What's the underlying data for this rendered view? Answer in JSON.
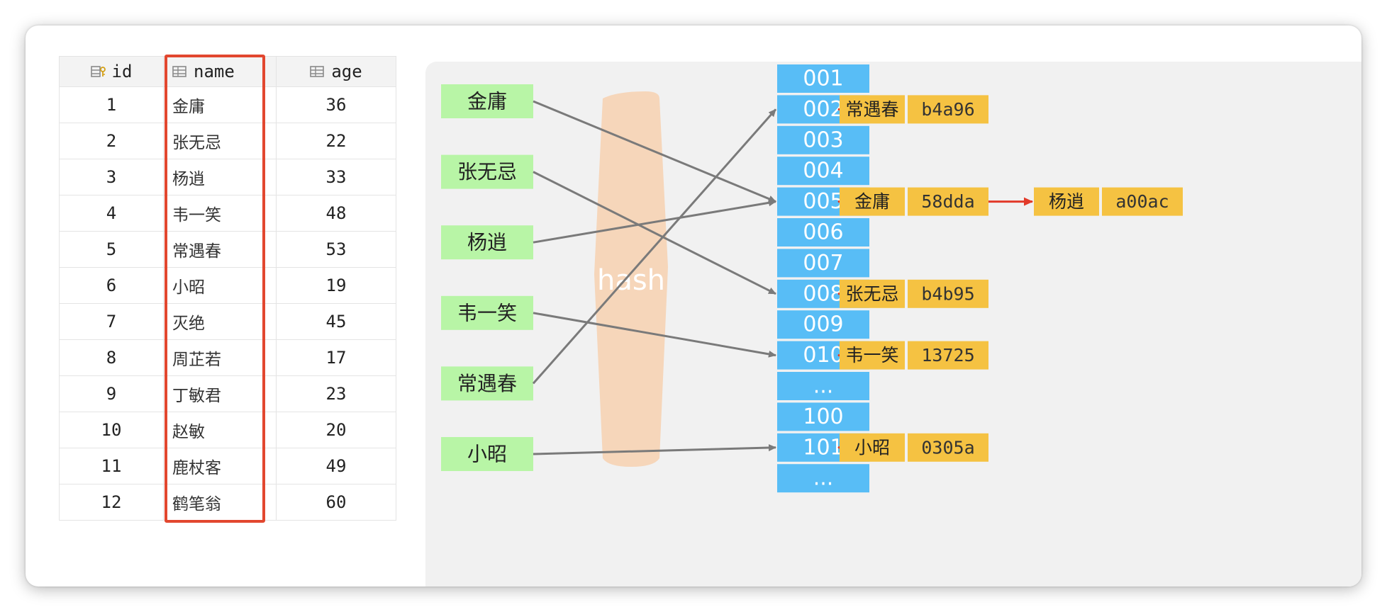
{
  "table": {
    "headers": {
      "id": "id",
      "name": "name",
      "age": "age"
    },
    "rows": [
      {
        "id": "1",
        "name": "金庸",
        "age": "36"
      },
      {
        "id": "2",
        "name": "张无忌",
        "age": "22"
      },
      {
        "id": "3",
        "name": "杨逍",
        "age": "33"
      },
      {
        "id": "4",
        "name": "韦一笑",
        "age": "48"
      },
      {
        "id": "5",
        "name": "常遇春",
        "age": "53"
      },
      {
        "id": "6",
        "name": "小昭",
        "age": "19"
      },
      {
        "id": "7",
        "name": "灭绝",
        "age": "45"
      },
      {
        "id": "8",
        "name": "周芷若",
        "age": "17"
      },
      {
        "id": "9",
        "name": "丁敏君",
        "age": "23"
      },
      {
        "id": "10",
        "name": "赵敏",
        "age": "20"
      },
      {
        "id": "11",
        "name": "鹿杖客",
        "age": "49"
      },
      {
        "id": "12",
        "name": "鹤笔翁",
        "age": "60"
      }
    ]
  },
  "diagram": {
    "hash_label": "hash",
    "keys": [
      "金庸",
      "张无忌",
      "杨逍",
      "韦一笑",
      "常遇春",
      "小昭"
    ],
    "buckets": [
      "001",
      "002",
      "003",
      "004",
      "005",
      "006",
      "007",
      "008",
      "009",
      "010",
      "...",
      "100",
      "101",
      "..."
    ],
    "mappings": [
      {
        "key": "金庸",
        "bucket": "005"
      },
      {
        "key": "张无忌",
        "bucket": "008"
      },
      {
        "key": "杨逍",
        "bucket": "005"
      },
      {
        "key": "韦一笑",
        "bucket": "010"
      },
      {
        "key": "常遇春",
        "bucket": "002"
      },
      {
        "key": "小昭",
        "bucket": "101"
      }
    ],
    "chains": [
      {
        "bucket": "002",
        "nodes": [
          {
            "name": "常遇春",
            "hash": "b4a96"
          }
        ]
      },
      {
        "bucket": "005",
        "nodes": [
          {
            "name": "金庸",
            "hash": "58dda"
          },
          {
            "name": "杨逍",
            "hash": "a00ac"
          }
        ]
      },
      {
        "bucket": "008",
        "nodes": [
          {
            "name": "张无忌",
            "hash": "b4b95"
          }
        ]
      },
      {
        "bucket": "010",
        "nodes": [
          {
            "name": "韦一笑",
            "hash": "13725"
          }
        ]
      },
      {
        "bucket": "101",
        "nodes": [
          {
            "name": "小昭",
            "hash": "0305a"
          }
        ]
      }
    ],
    "colors": {
      "key_fill": "#b8f5a6",
      "bucket_fill": "#58bdf6",
      "node_fill": "#f5c242",
      "hash_fill": "#f5d4b6",
      "key_arrow": "#7a7a7a",
      "chain_arrow": "#e23a2a"
    }
  }
}
